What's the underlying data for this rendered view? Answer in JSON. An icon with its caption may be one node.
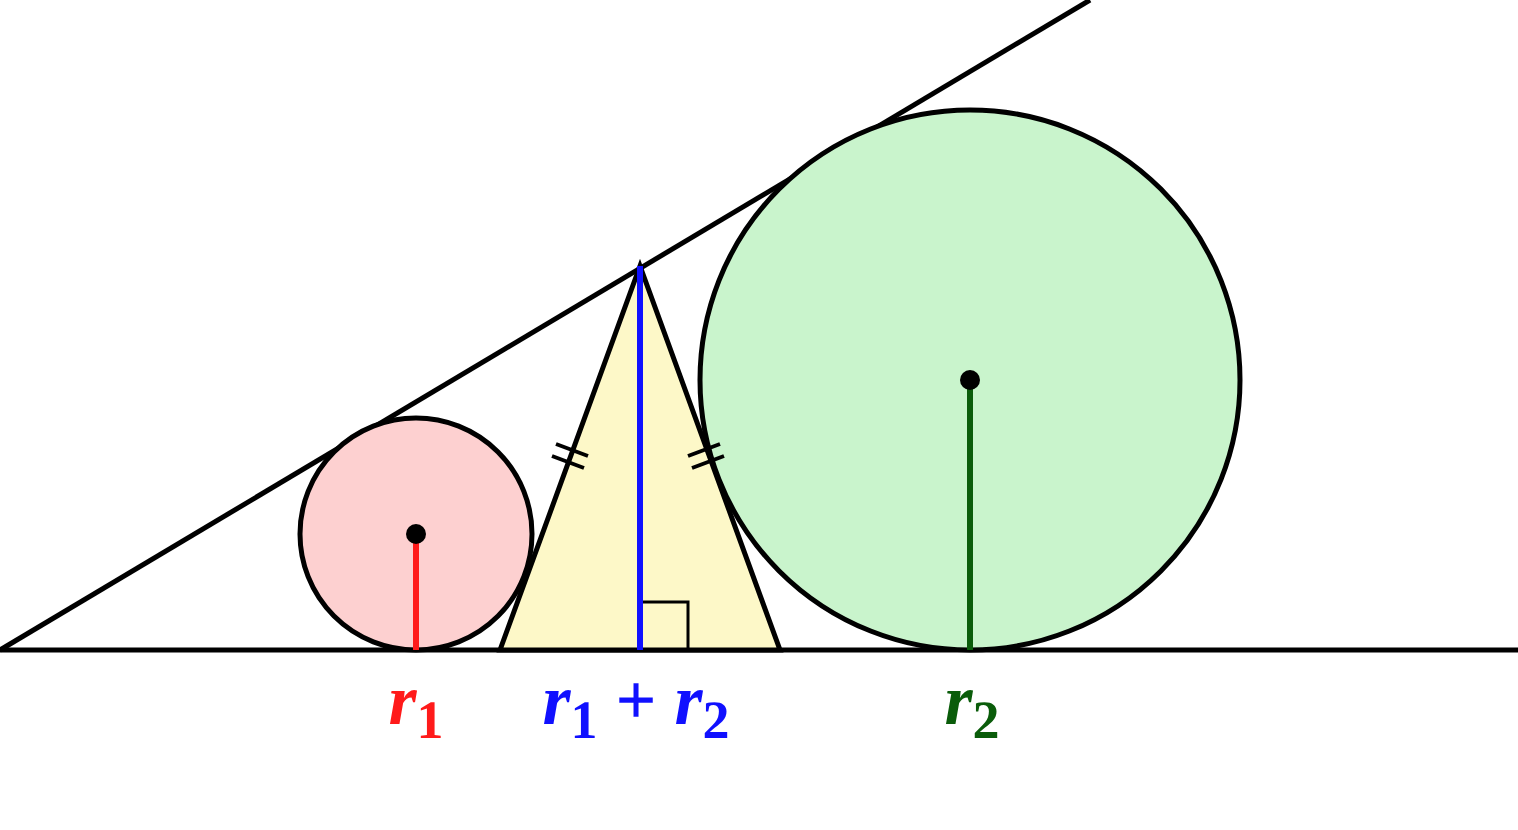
{
  "diagram": {
    "labels": [
      "*r*$_{1}$",
      "*r*$_{1}$ + *r*$_{2}$",
      "*r*$_{2}$"
    ]
  }
}
